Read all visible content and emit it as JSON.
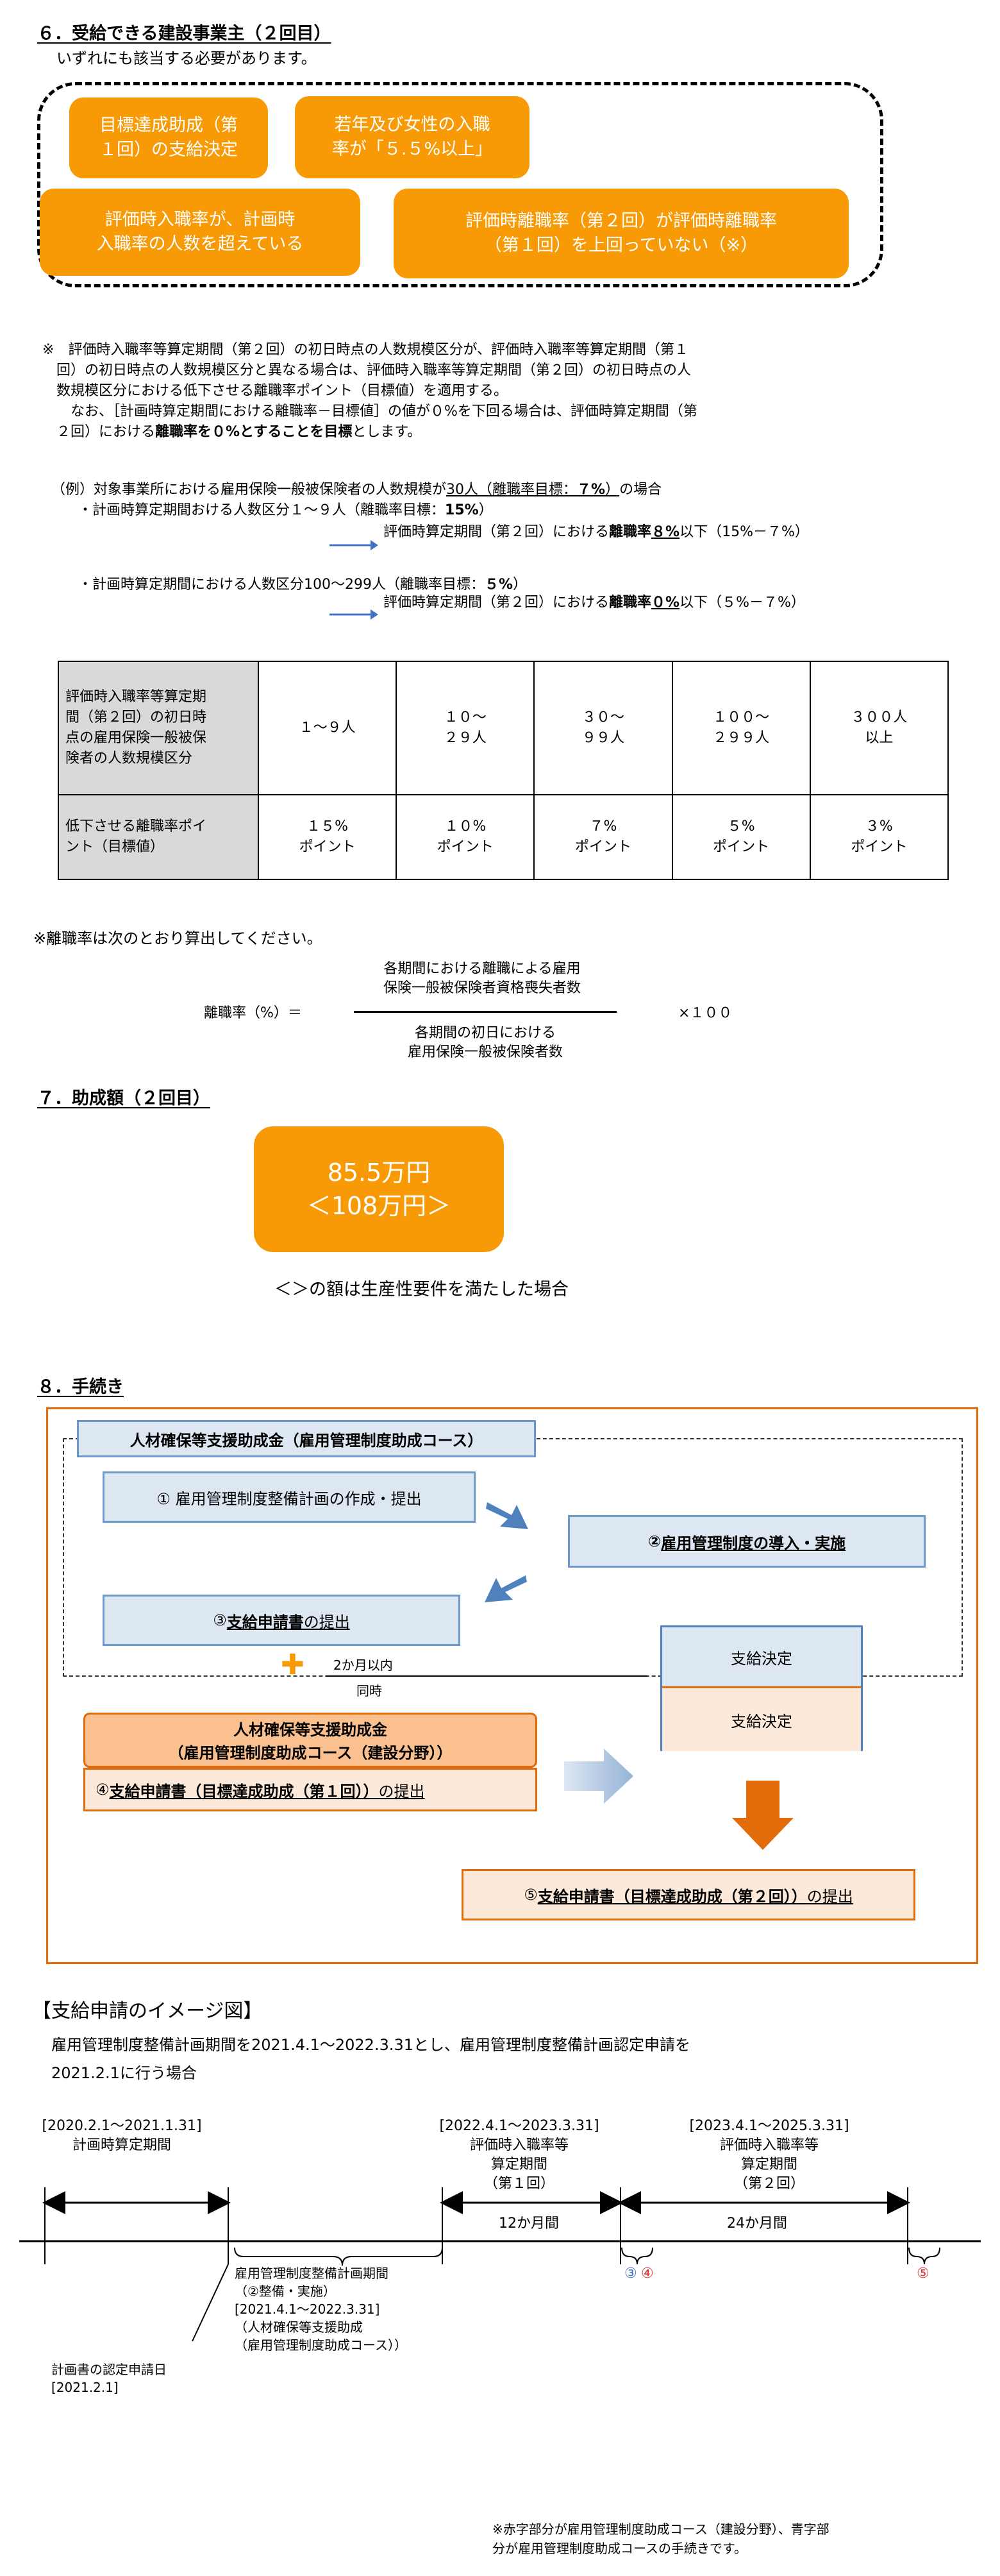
{
  "s6": {
    "heading": "６．受給できる建設事業主（２回目）",
    "intro": "いずれにも該当する必要があります。",
    "pill1": "目標達成助成（第\n１回）の支給決定",
    "pill2": "若年及び女性の入職\n率が「５.５%以上」",
    "pill3": "評価時入職率が、計画時\n入職率の人数を超えている",
    "pill4": "評価時離職率（第２回）が評価時離職率\n（第１回）を上回っていない（※）",
    "note1_mark": "※",
    "note1_a": "評価時入職率等算定期間（第２回）の初日時点の人数規模区分が、評価時入職率等算定期間（第１",
    "note1_b": "回）の初日時点の人数規模区分と異なる場合は、評価時入職率等算定期間（第２回）の初日時点の人",
    "note1_c": "数規模区分における低下させる離職率ポイント（目標値）を適用する。",
    "note2_a": "なお、［計画時算定期間における離職率－目標値］の値が０%を下回る場合は、評価時算定期間（第",
    "note2_b_pre": "２回）における",
    "note2_b_bold": "離職率を０%とすることを目標",
    "note2_b_post": "とします。",
    "ex_pre": "（例）対象事業所における雇用保険一般被保険者の人数規模が",
    "ex_u1": "30人（離職率目標：",
    "ex_u_bold": "７%",
    "ex_u2": "）",
    "ex_post": "の場合",
    "ex1_line": "・計画時算定期間おける人数区分１～９人（離職率目標：",
    "ex1_bold": "15%",
    "ex1_end": "）",
    "ex1_res_pre": "評価時算定期間（第２回）における",
    "ex1_res_bold": "離職率",
    "ex1_res_num": "８%",
    "ex1_res_post": "以下（15%－７%）",
    "ex2_line": "・計画時算定期間における人数区分100～299人（離職率目標：",
    "ex2_bold": "５%",
    "ex2_end": "）",
    "ex2_res_pre": "評価時算定期間（第２回）における",
    "ex2_res_bold": "離職率",
    "ex2_res_num": "０%",
    "ex2_res_post": "以下（５%－７%）",
    "table": {
      "row1_head": "評価時入職率等算定期\n間（第２回）の初日時\n点の雇用保険一般被保\n険者の人数規模区分",
      "row1": [
        "１～９人",
        "１０～\n２９人",
        "３０～\n９９人",
        "１００～\n２９９人",
        "３００人\n以上"
      ],
      "row2_head": "低下させる離職率ポイ\nント（目標値）",
      "row2": [
        "１５%\nポイント",
        "１０%\nポイント",
        "７%\nポイント",
        "５%\nポイント",
        "３%\nポイント"
      ]
    },
    "formula_note": "※離職率は次のとおり算出してください。",
    "formula_label": "離職率（%）＝",
    "formula_num": "各期間における離職による雇用\n保険一般被保険者資格喪失者数",
    "formula_den": "各期間の初日における\n雇用保険一般被保険者数",
    "formula_mult": "×１００"
  },
  "s7": {
    "heading": "７．助成額（２回目）",
    "amount1": "85.5万円",
    "amount2": "＜108万円＞",
    "note": "＜＞の額は生産性要件を満たした場合"
  },
  "s8": {
    "heading": "８．手続き",
    "course": "人材確保等支援助成金（雇用管理制度助成コース）",
    "step1": "① 雇用管理制度整備計画の作成・提出",
    "step2_num": "② ",
    "step2_label": "雇用管理制度の導入・実施",
    "step3_num": "③ ",
    "step3_bold": "支給申請書",
    "step3_post": "の提出",
    "plus": "✚",
    "within": "2か月以内",
    "simul": "同時",
    "kensetsu_a": "人材確保等支援助成金",
    "kensetsu_b": "（雇用管理制度助成コース（建設分野））",
    "step4_num": "④ ",
    "step4_bold": "支給申請書（目標達成助成（第１回））",
    "step4_post": "の提出",
    "decision": "支給決定",
    "step5_num": "⑤ ",
    "step5_bold": "支給申請書（目標達成助成（第２回））",
    "step5_post": "の提出"
  },
  "img": {
    "title": "【支給申請のイメージ図】",
    "sub1": "雇用管理制度整備計画期間を2021.4.1～2022.3.31とし、雇用管理制度整備計画認定申請を",
    "sub2": "2021.2.1に行う場合",
    "p1": "[2020.2.1～2021.1.31]\n計画時算定期間",
    "p2": "[2022.4.1～2023.3.31]\n評価時入職率等\n算定期間\n（第１回）",
    "p3": "[2023.4.1～2025.3.31]\n評価時入職率等\n算定期間\n（第２回）",
    "m12": "12か月間",
    "m24": "24か月間",
    "plan_period": "雇用管理制度整備計画期間\n（②整備・実施）\n[2021.4.1～2022.3.31]\n（人材確保等支援助成\n（雇用管理制度助成コース））",
    "cert": "計画書の認定申請日\n[2021.2.1]",
    "c3": "③",
    "c4": "④",
    "c5": "⑤",
    "footnote1": "※赤字部分が雇用管理制度助成コース（建設分野）、青字部",
    "footnote2": "分が雇用管理制度助成コースの手続きです。"
  },
  "colors": {
    "orange": "#f79a06",
    "blue": "#6d98cc",
    "red_orange": "#e26b0a"
  }
}
